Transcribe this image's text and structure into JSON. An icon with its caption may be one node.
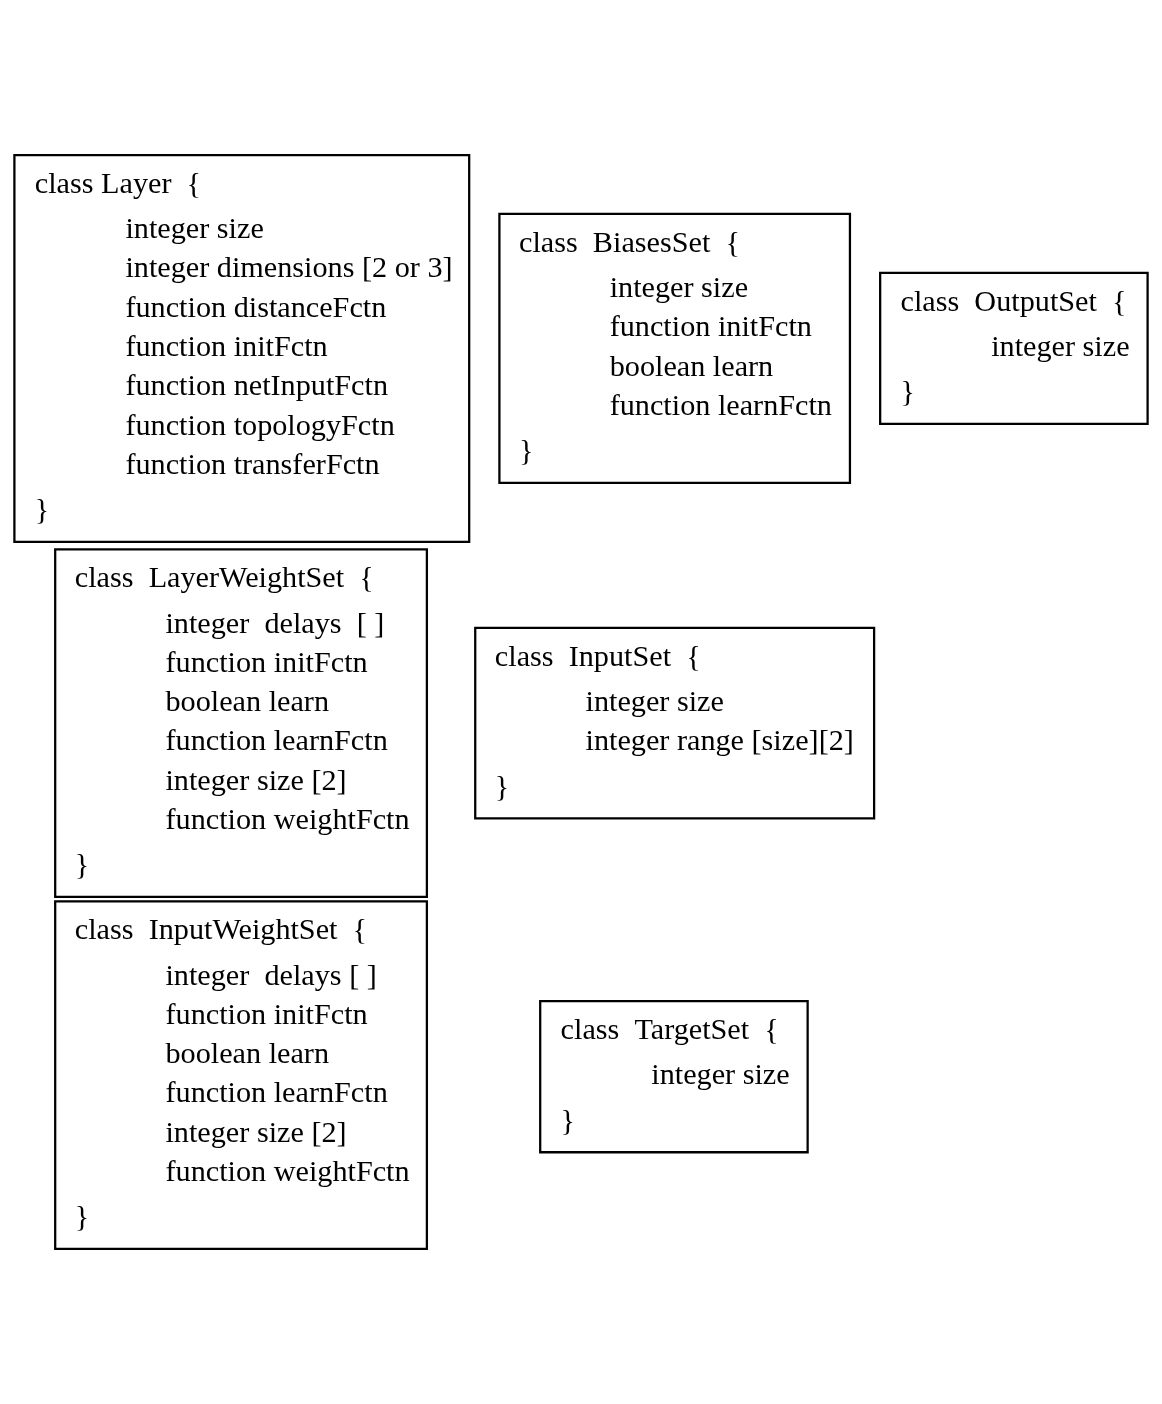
{
  "diagram": {
    "nodes": [
      {
        "text": [
          "class  TargetSet  {",
          "integer size",
          "}"
        ]
      },
      {
        "text": [
          "class  InputSet  {",
          "integer size",
          "integer range [size][2]",
          "}"
        ]
      },
      {
        "text": [
          "class  OutputSet  {",
          "integer size",
          "}"
        ]
      },
      {
        "text": [
          "class Layer  {",
          "integer size",
          "integer dimensions [2 or 3]",
          "function distanceFctn",
          "function initFctn",
          "function netInputFctn",
          "function topologyFctn",
          "function transferFctn",
          "}"
        ]
      },
      {
        "text": [
          "class  BiasesSet  {",
          "integer size",
          "function initFctn",
          "boolean learn",
          "function learnFctn",
          "}"
        ]
      },
      {
        "text": [
          "class  LayerWeightSet  {",
          "integer  delays  [ ]",
          "function initFctn",
          "boolean learn",
          "function learnFctn",
          "integer size [2]",
          "function weightFctn",
          "}"
        ]
      },
      {
        "text": [
          "class  InputWeightSet  {",
          "integer  delays [ ]",
          "function initFctn",
          "boolean learn",
          "function learnFctn",
          "integer size [2]",
          "function weightFctn",
          "}"
        ]
      }
    ],
    "edges": []
  }
}
